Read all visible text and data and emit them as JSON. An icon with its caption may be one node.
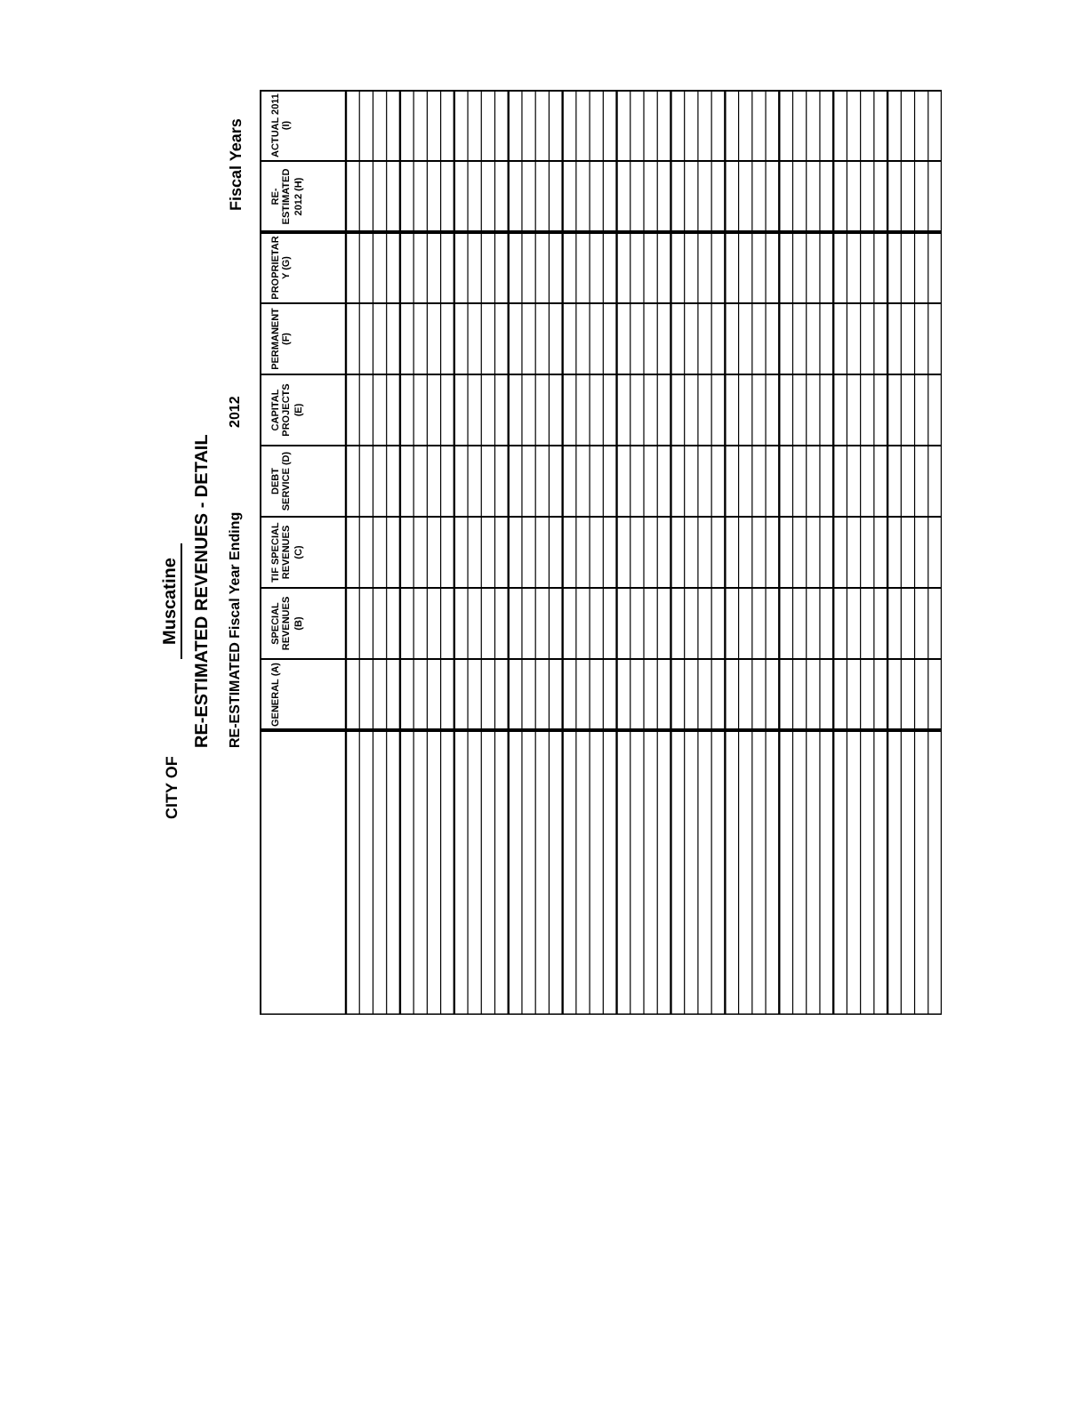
{
  "diagram": {
    "title": "RE-ESTIMATED REVENUES - DETAIL",
    "labels": [
      "CITY OF",
      "Muscatine",
      "RE-ESTIMATED Fiscal Year Ending",
      "2012",
      "Fiscal Years",
      "GENERAL (A)",
      "SPECIAL REVENUES (B)",
      "TIF SPECIAL REVENUES (C)",
      "DEBT SERVICE (D)",
      "CAPITAL PROJECTS (E)",
      "PERMANENT (F)",
      "PROPRIETARY (G)",
      "RE-ESTIMATED 2012 (H)",
      "ACTUAL 2011 (I)"
    ]
  }
}
